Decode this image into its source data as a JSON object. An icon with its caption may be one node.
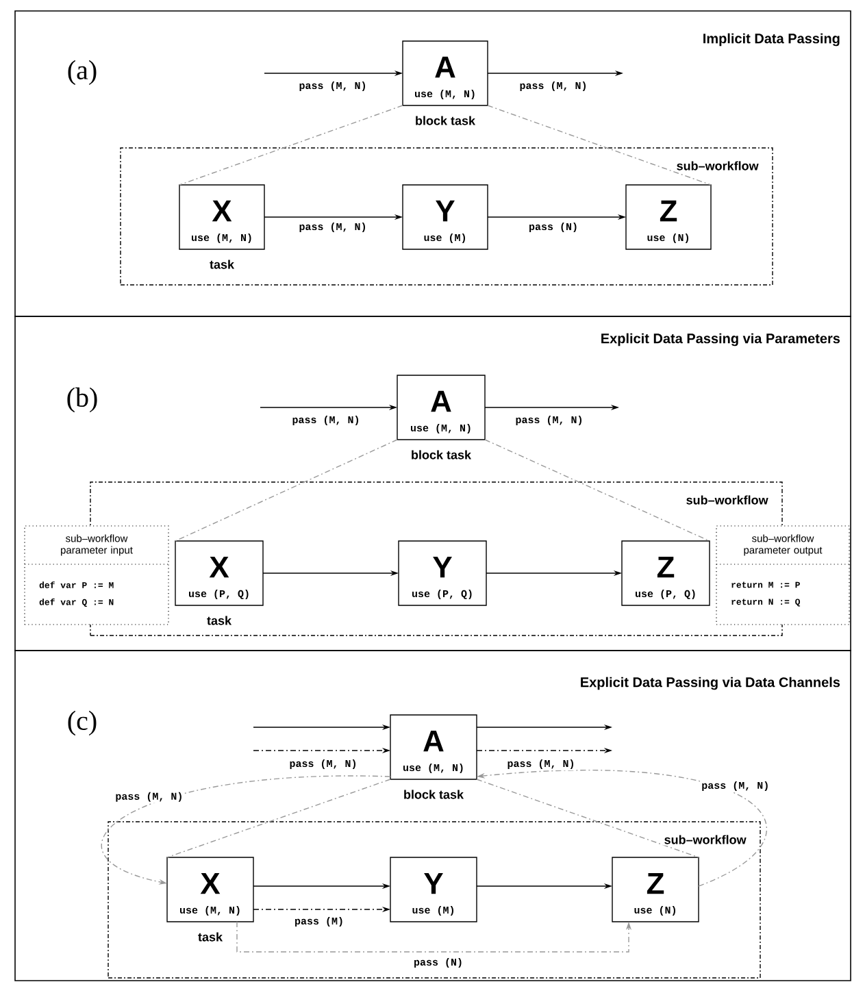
{
  "diagram": {
    "nodes": [
      {
        "text": [
          "(a)",
          "Implicit Data Passing"
        ]
      },
      {
        "text": [
          "A",
          "use (M, N)"
        ],
        "beside": [
          "block task"
        ],
        "in": 0
      },
      {
        "text": [
          "sub–workflow"
        ],
        "in": 0
      },
      {
        "text": [
          "X",
          "use (M, N)"
        ],
        "beside": [
          "task"
        ],
        "in": 2
      },
      {
        "text": [
          "Y",
          "use (M)"
        ],
        "in": 2
      },
      {
        "text": [
          "Z",
          "use (N)"
        ],
        "in": 2
      },
      {
        "text": [
          "(b)",
          "Explicit Data Passing via Parameters"
        ]
      },
      {
        "text": [
          "A",
          "use (M, N)"
        ],
        "beside": [
          "block task"
        ],
        "in": 6
      },
      {
        "text": [
          "sub–workflow"
        ],
        "in": 6
      },
      {
        "text": [
          "sub–workflow parameter input",
          "def var P := M",
          "def var Q := N"
        ],
        "in": 6
      },
      {
        "text": [
          "X",
          "use (P, Q)"
        ],
        "beside": [
          "task"
        ],
        "in": 8
      },
      {
        "text": [
          "Y",
          "use (P, Q)"
        ],
        "in": 8
      },
      {
        "text": [
          "Z",
          "use (P, Q)"
        ],
        "in": 8
      },
      {
        "text": [
          "sub–workflow parameter output",
          "return M := P",
          "return N := Q"
        ],
        "in": 6
      },
      {
        "text": [
          "(c)",
          "Explicit Data Passing via Data Channels"
        ]
      },
      {
        "text": [
          "A",
          "use (M, N)"
        ],
        "beside": [
          "block task"
        ],
        "in": 14
      },
      {
        "text": [
          "sub–workflow"
        ],
        "in": 14
      },
      {
        "text": [
          "X",
          "use (M, N)"
        ],
        "beside": [
          "task"
        ],
        "in": 16
      },
      {
        "text": [
          "Y",
          "use (M)"
        ],
        "in": 16
      },
      {
        "text": [
          "Z",
          "use (N)"
        ],
        "in": 16
      }
    ],
    "edges": [
      {
        "from": null,
        "to": 1,
        "arrow": "to",
        "label": "pass (M, N)"
      },
      {
        "from": 1,
        "to": null,
        "arrow": "to",
        "label": "pass (M, N)"
      },
      {
        "from": 3,
        "to": 4,
        "arrow": "to",
        "label": "pass (M, N)"
      },
      {
        "from": 4,
        "to": 5,
        "arrow": "to",
        "label": "pass (N)"
      },
      {
        "from": 1,
        "to": 3,
        "arrow": "none",
        "style": "dashed",
        "color": "#999999"
      },
      {
        "from": 1,
        "to": 5,
        "arrow": "none",
        "style": "dashed",
        "color": "#999999"
      },
      {
        "from": null,
        "to": 7,
        "arrow": "to",
        "label": "pass (M, N)"
      },
      {
        "from": 7,
        "to": null,
        "arrow": "to",
        "label": "pass (M, N)"
      },
      {
        "from": 10,
        "to": 11,
        "arrow": "to"
      },
      {
        "from": 11,
        "to": 12,
        "arrow": "to"
      },
      {
        "from": 7,
        "to": 10,
        "arrow": "none",
        "style": "dashed",
        "color": "#999999"
      },
      {
        "from": 7,
        "to": 12,
        "arrow": "none",
        "style": "dashed",
        "color": "#999999"
      },
      {
        "from": null,
        "to": 15,
        "arrow": "to"
      },
      {
        "from": null,
        "to": 15,
        "arrow": "to",
        "label": "pass (M, N)",
        "style": "dashed"
      },
      {
        "from": 15,
        "to": null,
        "arrow": "to"
      },
      {
        "from": 15,
        "to": null,
        "arrow": "to",
        "label": "pass (M, N)",
        "style": "dashed"
      },
      {
        "from": 15,
        "to": 17,
        "arrow": "to",
        "label": "pass (M, N)",
        "style": "dashed",
        "color": "#999999"
      },
      {
        "from": 19,
        "to": 15,
        "arrow": "to",
        "label": "pass (M, N)",
        "style": "dashed",
        "color": "#999999"
      },
      {
        "from": 17,
        "to": 18,
        "arrow": "to"
      },
      {
        "from": 17,
        "to": 18,
        "arrow": "to",
        "label": "pass (M)",
        "style": "dashed"
      },
      {
        "from": 18,
        "to": 19,
        "arrow": "to"
      },
      {
        "from": 17,
        "to": 19,
        "arrow": "to",
        "label": "pass (N)",
        "style": "dashed",
        "color": "#999999"
      },
      {
        "from": 15,
        "to": 17,
        "arrow": "none",
        "style": "dashed",
        "color": "#999999"
      },
      {
        "from": 15,
        "to": 19,
        "arrow": "none",
        "style": "dashed",
        "color": "#999999"
      }
    ]
  }
}
